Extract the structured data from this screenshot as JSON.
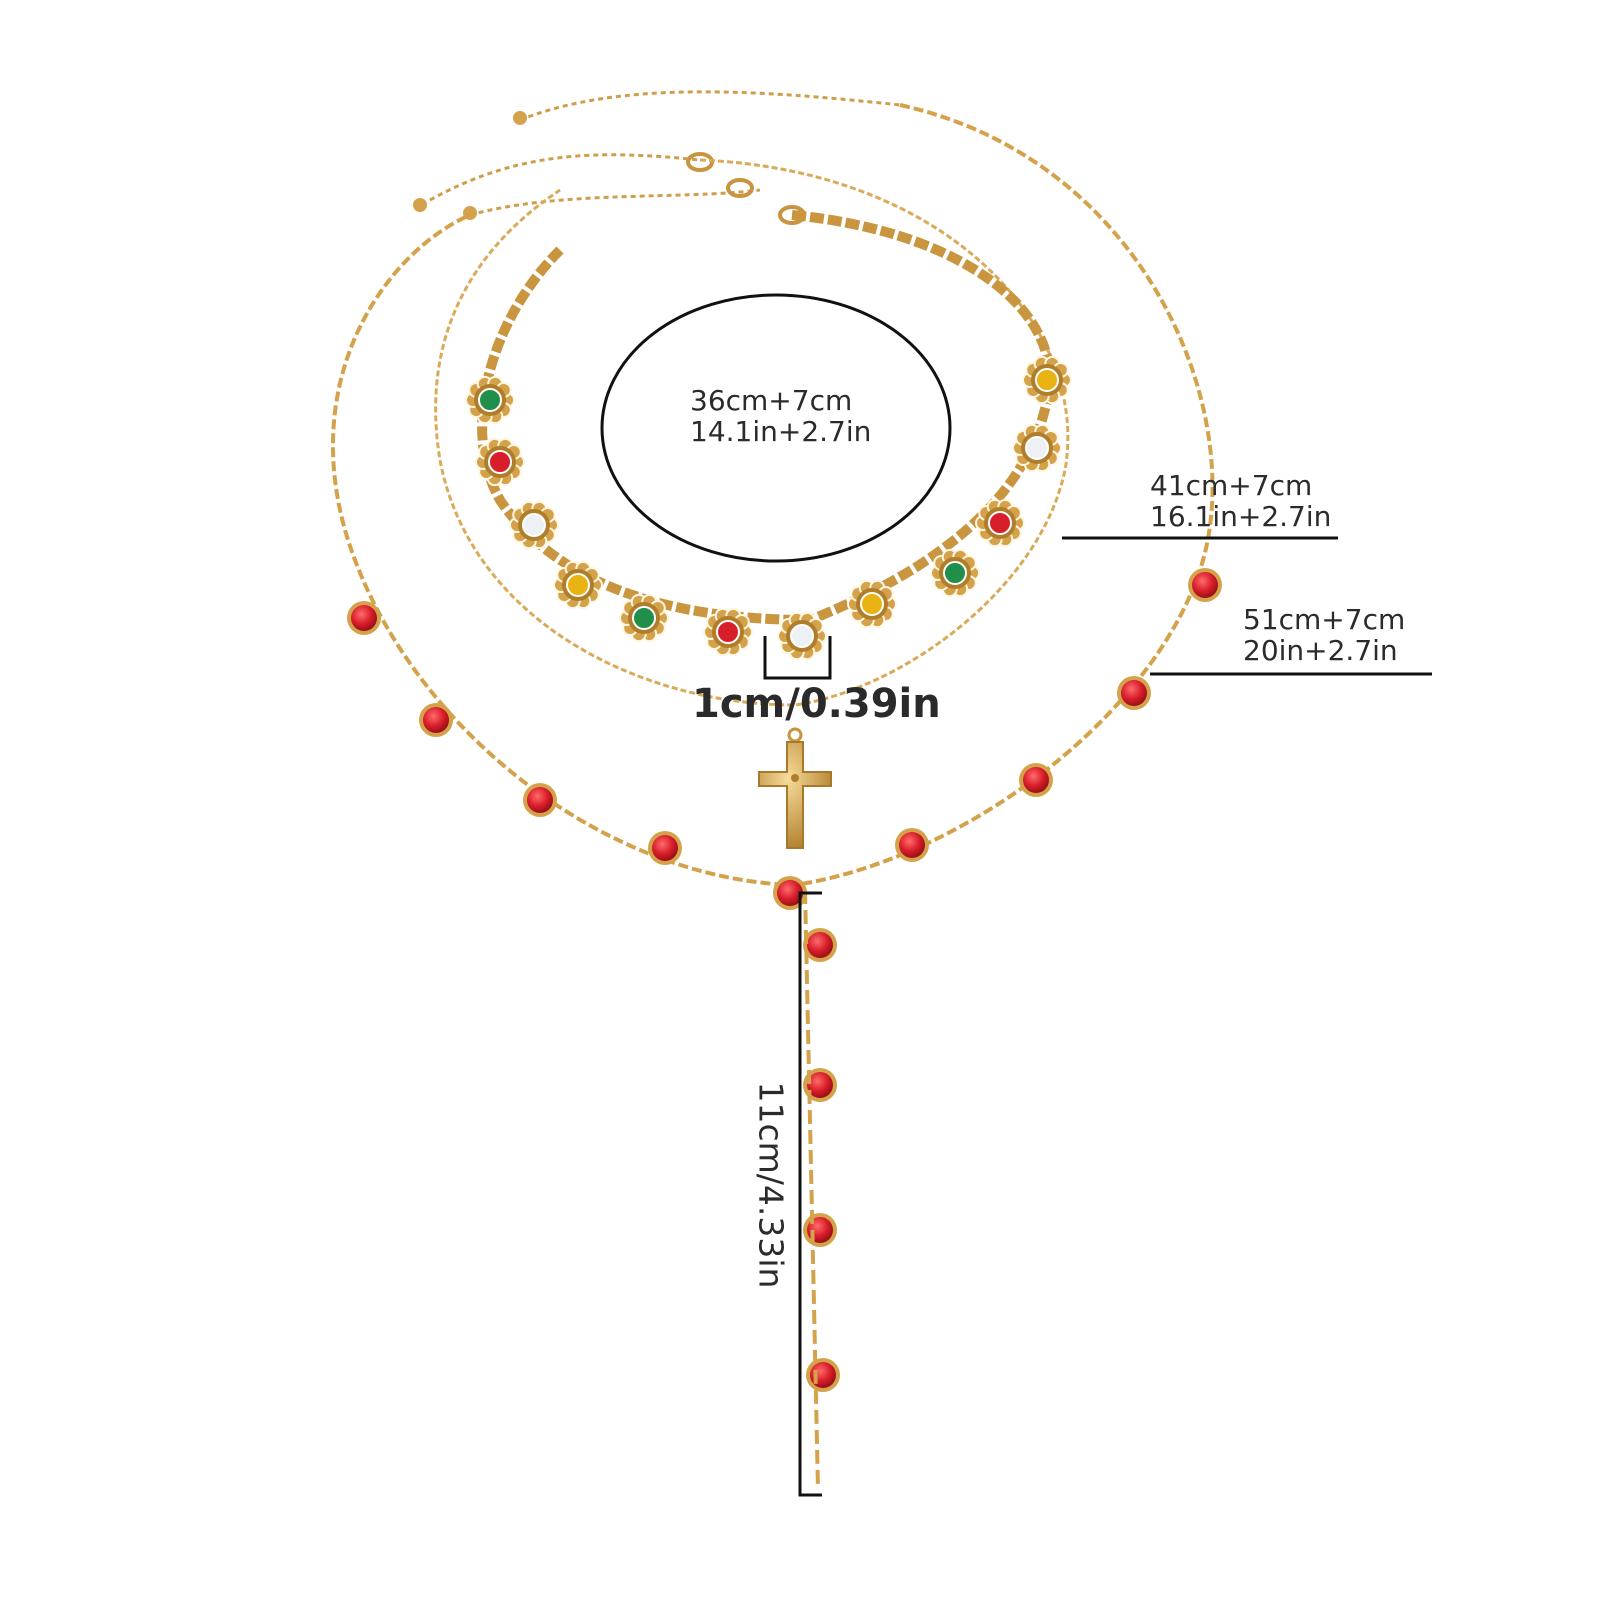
{
  "labels": {
    "inner": {
      "cm": "36cm+7cm",
      "in": "14.1in+2.7in"
    },
    "middle": {
      "cm": "41cm+7cm",
      "in": "16.1in+2.7in"
    },
    "outer": {
      "cm": "51cm+7cm",
      "in": "20in+2.7in"
    },
    "flower": "1cm/0.39in",
    "tail": "11cm/4.33in"
  },
  "colors": {
    "background": "#ffffff",
    "gold": "#d4a24a",
    "gold_dark": "#b07d2a",
    "red_bead": "#d81e2a",
    "green_stone": "#1f8f4a",
    "yellow_stone": "#e8b313",
    "white_stone": "#eef1f4",
    "line": "#111111"
  },
  "icons": [
    "crucifix-pendant-icon",
    "lobster-clasp-icon"
  ]
}
